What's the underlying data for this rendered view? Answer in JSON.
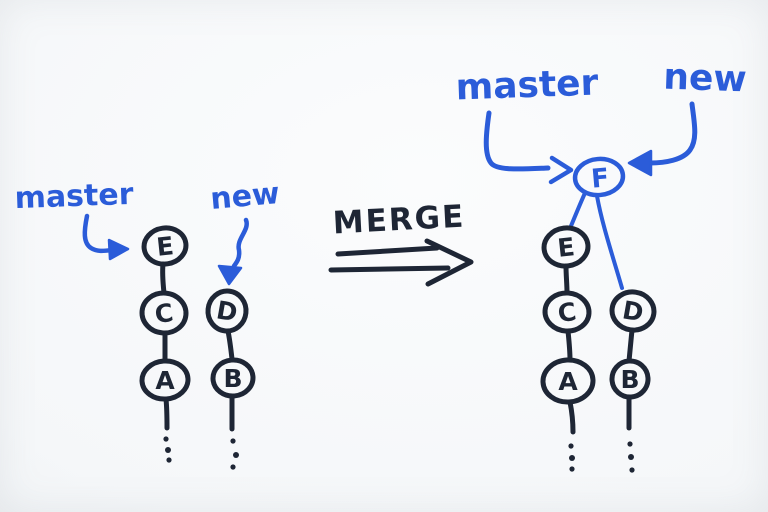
{
  "colors": {
    "ink_black": "#1e2635",
    "marker_blue": "#2b5cd9",
    "background": "#f5f7f9"
  },
  "before": {
    "master_label": "master",
    "new_label": "new",
    "master_chain": [
      "E",
      "C",
      "A"
    ],
    "new_chain": [
      "D",
      "B"
    ]
  },
  "operation": {
    "label": "MERGE"
  },
  "after": {
    "master_label": "master",
    "new_label": "new",
    "merge_commit": "F",
    "master_chain": [
      "E",
      "C",
      "A"
    ],
    "new_chain": [
      "D",
      "B"
    ]
  }
}
